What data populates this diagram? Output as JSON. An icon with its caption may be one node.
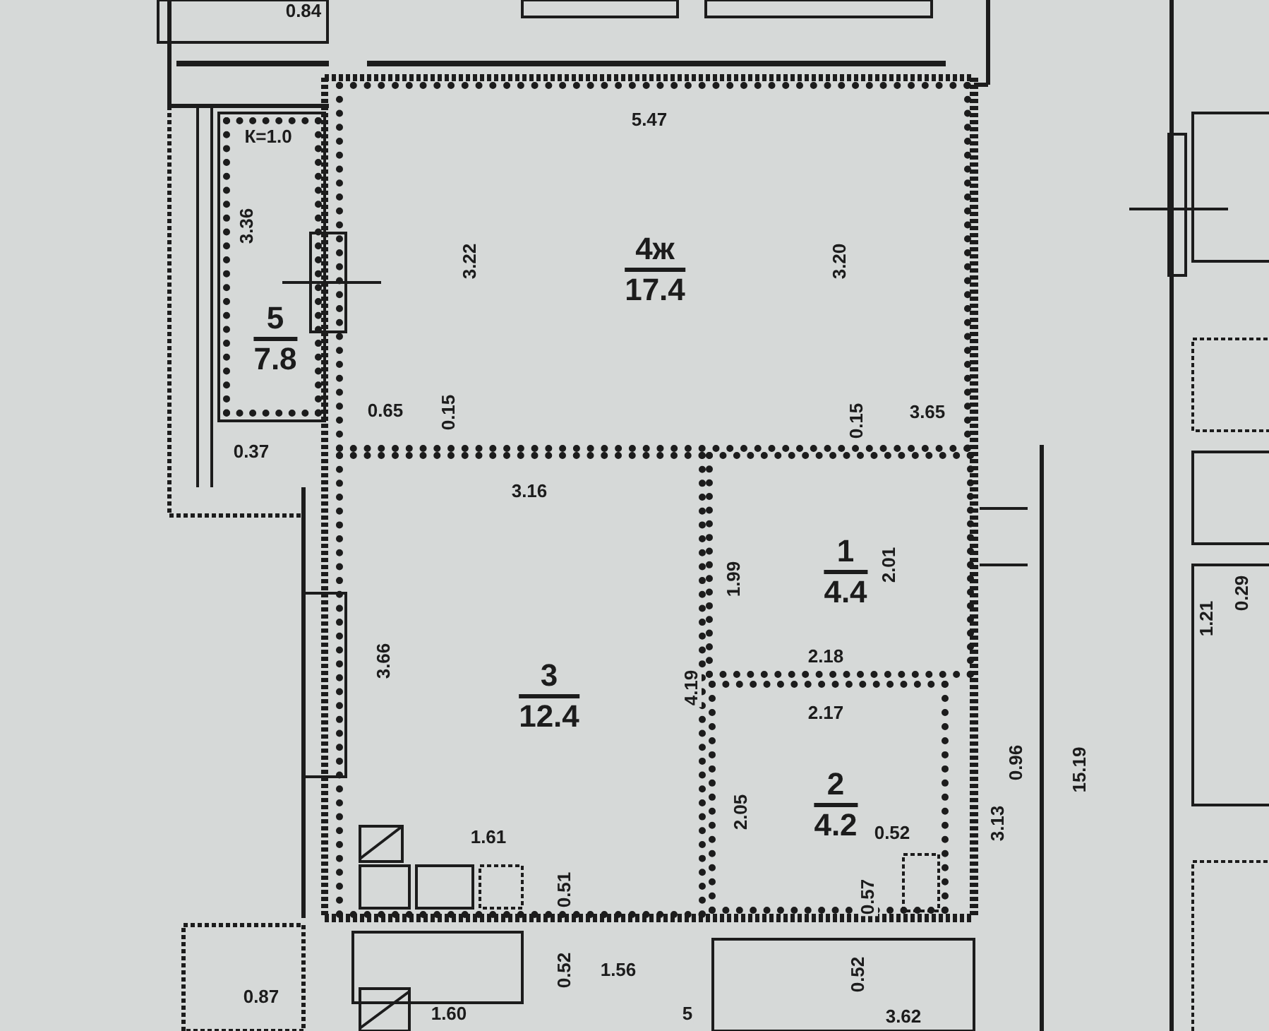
{
  "diagram": {
    "nodes": [
      {
        "text": [
          "4ж",
          "17.4"
        ]
      },
      {
        "text": [
          "5",
          "7.8"
        ]
      },
      {
        "text": [
          "1",
          "4.4"
        ]
      },
      {
        "text": [
          "3",
          "12.4"
        ]
      },
      {
        "text": [
          "2",
          "4.2"
        ]
      }
    ],
    "labels": [
      "0.84",
      "К=1.0",
      "5.47",
      "3.36",
      "3.22",
      "3.20",
      "0.65",
      "0.15",
      "0.37",
      "0.15",
      "3.65",
      "3.16",
      "1.99",
      "2.01",
      "0.29",
      "1.21",
      "3.66",
      "2.18",
      "4.19",
      "2.17",
      "0.96",
      "15.19",
      "2.05",
      "3.13",
      "1.61",
      "0.52",
      "0.51",
      "0.57",
      "0.52",
      "1.56",
      "0.52",
      "0.87",
      "1.60",
      "5",
      "3.62"
    ]
  }
}
